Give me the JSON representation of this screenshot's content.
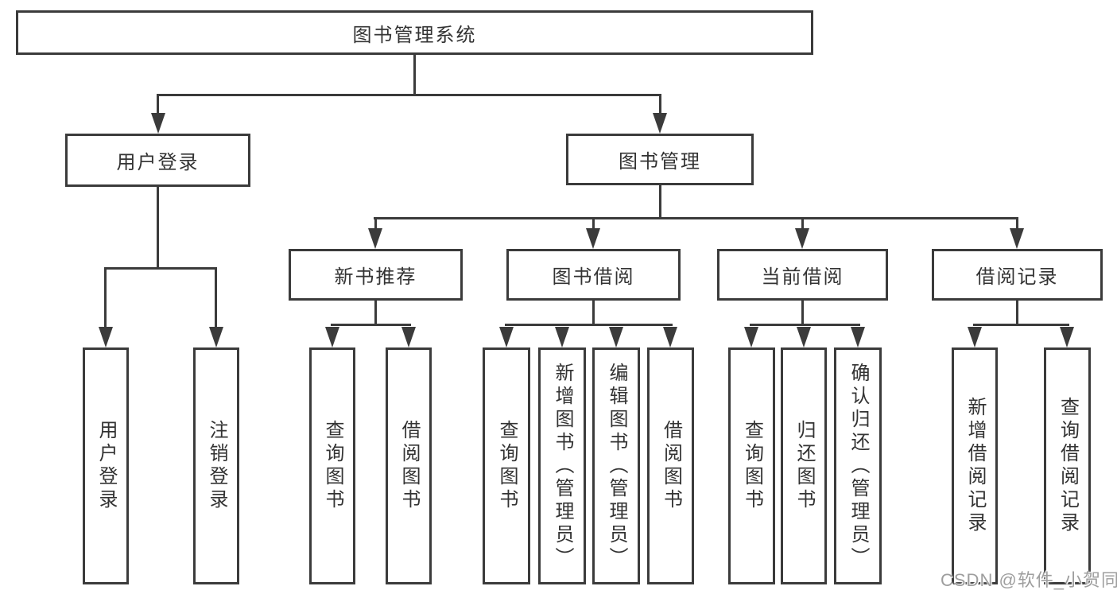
{
  "diagram": {
    "type": "hierarchy-tree",
    "colors": {
      "border": "#3b3b3b",
      "line": "#3b3b3b",
      "text": "#333333",
      "background": "#ffffff",
      "watermark": "#9e9e9e"
    },
    "nodes": {
      "root": "图书管理系统",
      "user_login": "用户登录",
      "book_mgmt": "图书管理",
      "new_books": "新书推荐",
      "book_borrow": "图书借阅",
      "current_borrow": "当前借阅",
      "borrow_records": "借阅记录",
      "ul_login": "用户登录",
      "ul_logout": "注销登录",
      "nb_query": "查询图书",
      "nb_borrow": "借阅图书",
      "bb_query": "查询图书",
      "bb_add": "新增图书（管理员）",
      "bb_edit": "编辑图书（管理员）",
      "bb_borrow": "借阅图书",
      "cb_query": "查询图书",
      "cb_return": "归还图书",
      "cb_confirm": "确认归还（管理员）",
      "br_add": "新增借阅记录",
      "br_query": "查询借阅记录"
    },
    "edges": [
      "root->用户登录",
      "root->图书管理",
      "用户登录->用户登录",
      "用户登录->注销登录",
      "图书管理->新书推荐",
      "图书管理->图书借阅",
      "图书管理->当前借阅",
      "图书管理->借阅记录",
      "新书推荐->查询图书",
      "新书推荐->借阅图书",
      "图书借阅->查询图书",
      "图书借阅->新增图书（管理员）",
      "图书借阅->编辑图书（管理员）",
      "图书借阅->借阅图书",
      "当前借阅->查询图书",
      "当前借阅->归还图书",
      "当前借阅->确认归还（管理员）",
      "借阅记录->新增借阅记录",
      "借阅记录->查询借阅记录"
    ],
    "watermark": "CSDN @软件_小贺同学"
  }
}
